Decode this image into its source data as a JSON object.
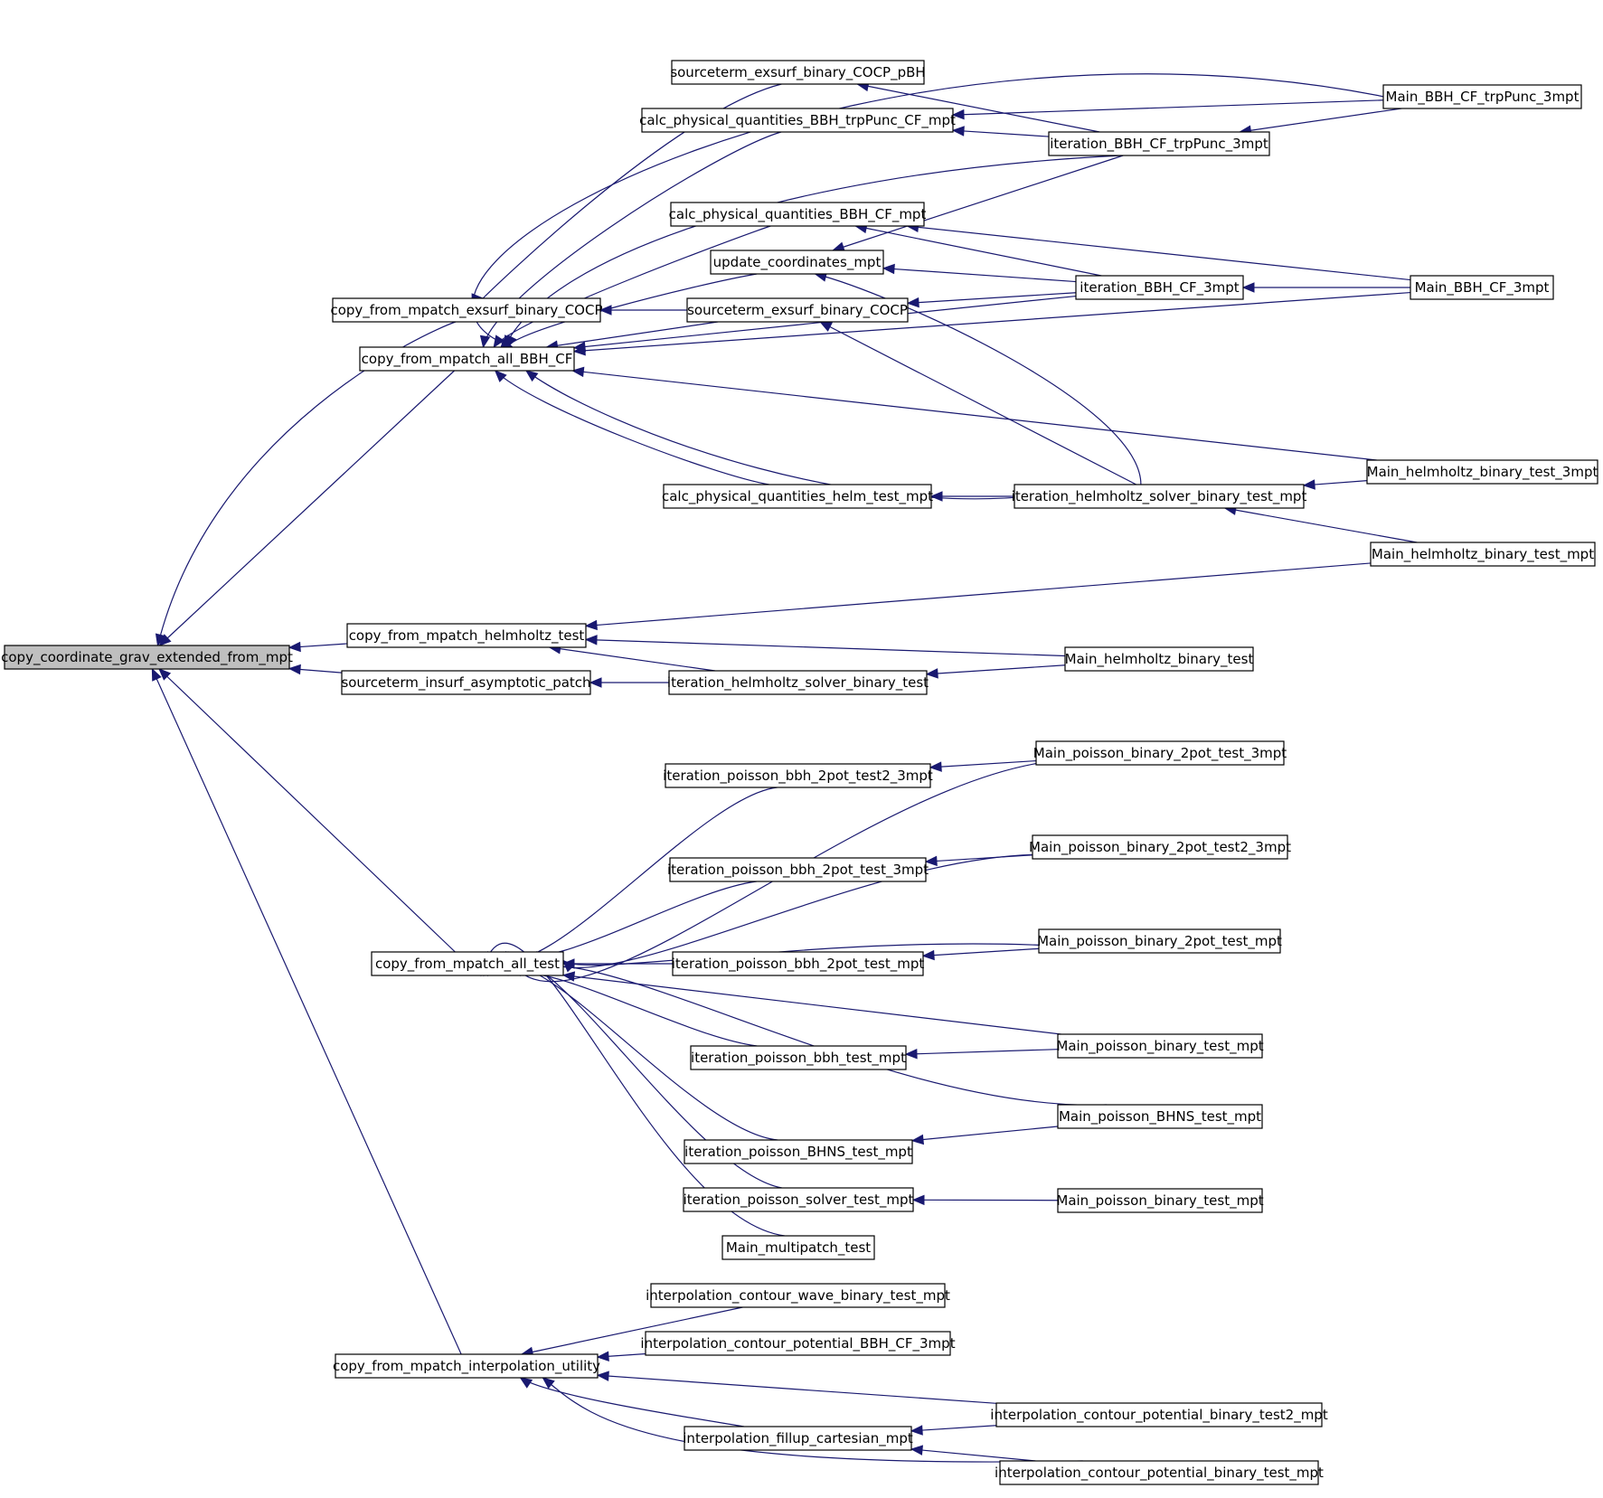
{
  "nodes": {
    "root": "copy_coordinate_grav_extended_from_mpt",
    "exsurf_cocp": "copy_from_mpatch_exsurf_binary_COCP",
    "all_bbh_cf": "copy_from_mpatch_all_BBH_CF",
    "helmholtz_test": "copy_from_mpatch_helmholtz_test",
    "insurf_asym": "sourceterm_insurf_asymptotic_patch",
    "all_test": "copy_from_mpatch_all_test",
    "interp_utility": "copy_from_mpatch_interpolation_utility",
    "src_exsurf_pbh": "sourceterm_exsurf_binary_COCP_pBH",
    "calc_trppunc": "calc_physical_quantities_BBH_trpPunc_CF_mpt",
    "calc_bbh_cf": "calc_physical_quantities_BBH_CF_mpt",
    "update_coords": "update_coordinates_mpt",
    "src_exsurf_cocp": "sourceterm_exsurf_binary_COCP",
    "calc_helm": "calc_physical_quantities_helm_test_mpt",
    "iter_trppunc": "iteration_BBH_CF_trpPunc_3mpt",
    "iter_bbh_3mpt": "iteration_BBH_CF_3mpt",
    "iter_helm_mpt": "iteration_helmholtz_solver_binary_test_mpt",
    "main_trppunc": "Main_BBH_CF_trpPunc_3mpt",
    "main_bbh_3mpt": "Main_BBH_CF_3mpt",
    "main_helm_3mpt": "Main_helmholtz_binary_test_3mpt",
    "main_helm_mpt": "Main_helmholtz_binary_test_mpt",
    "iter_helm": "iteration_helmholtz_solver_binary_test",
    "main_helm": "Main_helmholtz_binary_test",
    "iter_2pot_test2": "iteration_poisson_bbh_2pot_test2_3mpt",
    "iter_2pot_3mpt": "iteration_poisson_bbh_2pot_test_3mpt",
    "iter_2pot_mpt": "iteration_poisson_bbh_2pot_test_mpt",
    "iter_bbh_test": "iteration_poisson_bbh_test_mpt",
    "iter_bhns": "iteration_poisson_BHNS_test_mpt",
    "iter_solver": "iteration_poisson_solver_test_mpt",
    "main_multipatch": "Main_multipatch_test",
    "main_2pot_3mpt": "Main_poisson_binary_2pot_test_3mpt",
    "main_2pot_test2": "Main_poisson_binary_2pot_test2_3mpt",
    "main_2pot_mpt": "Main_poisson_binary_2pot_test_mpt",
    "main_binary_mpt_a": "Main_poisson_binary_test_mpt",
    "main_bhns": "Main_poisson_BHNS_test_mpt",
    "main_binary_mpt_b": "Main_poisson_binary_test_mpt",
    "interp_wave": "interpolation_contour_wave_binary_test_mpt",
    "interp_pot_bbh": "interpolation_contour_potential_BBH_CF_3mpt",
    "interp_fillup": "interpolation_fillup_cartesian_mpt",
    "interp_pot_test2": "interpolation_contour_potential_binary_test2_mpt",
    "interp_pot_test": "interpolation_contour_potential_binary_test_mpt"
  },
  "edges": [
    [
      "exsurf_cocp",
      "root"
    ],
    [
      "all_bbh_cf",
      "root"
    ],
    [
      "helmholtz_test",
      "root"
    ],
    [
      "insurf_asym",
      "root"
    ],
    [
      "all_test",
      "root"
    ],
    [
      "interp_utility",
      "root"
    ],
    [
      "src_exsurf_pbh",
      "exsurf_cocp"
    ],
    [
      "src_exsurf_cocp",
      "exsurf_cocp"
    ],
    [
      "calc_trppunc",
      "all_bbh_cf"
    ],
    [
      "calc_bbh_cf",
      "all_bbh_cf"
    ],
    [
      "update_coords",
      "all_bbh_cf"
    ],
    [
      "src_exsurf_cocp",
      "all_bbh_cf"
    ],
    [
      "calc_helm",
      "all_bbh_cf"
    ],
    [
      "iter_trppunc",
      "all_bbh_cf"
    ],
    [
      "iter_bbh_3mpt",
      "all_bbh_cf"
    ],
    [
      "iter_helm_mpt",
      "all_bbh_cf"
    ],
    [
      "main_trppunc",
      "all_bbh_cf"
    ],
    [
      "main_bbh_3mpt",
      "all_bbh_cf"
    ],
    [
      "main_helm_3mpt",
      "all_bbh_cf"
    ],
    [
      "iter_trppunc",
      "src_exsurf_pbh"
    ],
    [
      "main_trppunc",
      "calc_trppunc"
    ],
    [
      "iter_trppunc",
      "calc_trppunc"
    ],
    [
      "main_trppunc",
      "iter_trppunc"
    ],
    [
      "iter_bbh_3mpt",
      "calc_bbh_cf"
    ],
    [
      "main_bbh_3mpt",
      "calc_bbh_cf"
    ],
    [
      "iter_trppunc",
      "update_coords"
    ],
    [
      "iter_bbh_3mpt",
      "update_coords"
    ],
    [
      "iter_helm_mpt",
      "update_coords"
    ],
    [
      "iter_bbh_3mpt",
      "src_exsurf_cocp"
    ],
    [
      "iter_helm_mpt",
      "src_exsurf_cocp"
    ],
    [
      "main_bbh_3mpt",
      "iter_bbh_3mpt"
    ],
    [
      "iter_helm_mpt",
      "calc_helm"
    ],
    [
      "main_helm_3mpt",
      "iter_helm_mpt"
    ],
    [
      "main_helm_mpt",
      "iter_helm_mpt"
    ],
    [
      "main_helm_mpt",
      "helmholtz_test"
    ],
    [
      "main_helm",
      "helmholtz_test"
    ],
    [
      "iter_helm",
      "helmholtz_test"
    ],
    [
      "iter_helm",
      "insurf_asym"
    ],
    [
      "main_helm",
      "iter_helm"
    ],
    [
      "iter_2pot_test2",
      "all_test"
    ],
    [
      "iter_2pot_3mpt",
      "all_test"
    ],
    [
      "iter_2pot_mpt",
      "all_test"
    ],
    [
      "iter_bbh_test",
      "all_test"
    ],
    [
      "iter_bhns",
      "all_test"
    ],
    [
      "iter_solver",
      "all_test"
    ],
    [
      "main_multipatch",
      "all_test"
    ],
    [
      "main_2pot_3mpt",
      "all_test"
    ],
    [
      "main_2pot_test2",
      "all_test"
    ],
    [
      "main_2pot_mpt",
      "all_test"
    ],
    [
      "main_binary_mpt_a",
      "all_test"
    ],
    [
      "main_bhns",
      "all_test"
    ],
    [
      "main_2pot_3mpt",
      "iter_2pot_test2"
    ],
    [
      "main_2pot_test2",
      "iter_2pot_3mpt"
    ],
    [
      "main_2pot_mpt",
      "iter_2pot_mpt"
    ],
    [
      "main_binary_mpt_a",
      "iter_bbh_test"
    ],
    [
      "main_bhns",
      "iter_bhns"
    ],
    [
      "main_binary_mpt_b",
      "iter_solver"
    ],
    [
      "interp_wave",
      "interp_utility"
    ],
    [
      "interp_pot_bbh",
      "interp_utility"
    ],
    [
      "interp_pot_test2",
      "interp_utility"
    ],
    [
      "interp_fillup",
      "interp_utility"
    ],
    [
      "interp_pot_test",
      "interp_utility"
    ],
    [
      "interp_pot_test2",
      "interp_fillup"
    ],
    [
      "interp_pot_test",
      "interp_fillup"
    ]
  ]
}
